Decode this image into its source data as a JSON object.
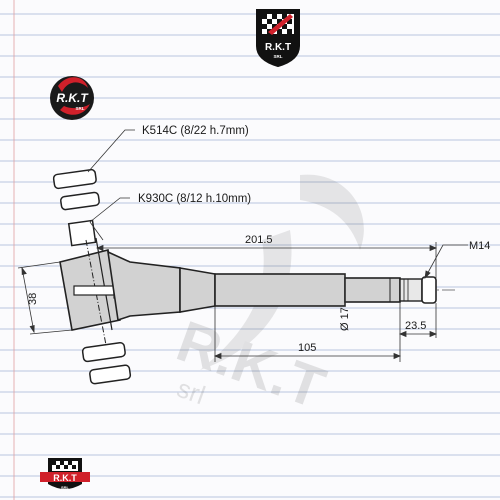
{
  "logo": {
    "brand": "R.K.T",
    "suffix": "SRL"
  },
  "watermark": {
    "brand": "R.K.T",
    "suffix": "srl"
  },
  "callouts": {
    "k514c": "K514C  (8/22  h.7mm)",
    "k930c": "K930C  (8/12  h.10mm)"
  },
  "dimensions": {
    "overall_length": "201.5",
    "thread": "M14",
    "height": "38",
    "diameter": "Ø 17",
    "shank_length": "105",
    "thread_length": "23.5"
  },
  "colors": {
    "ruling": "#b9c6de",
    "margin": "#e0a0a0",
    "part_fill": "#d2d2d2",
    "logo_red": "#d0202a"
  }
}
